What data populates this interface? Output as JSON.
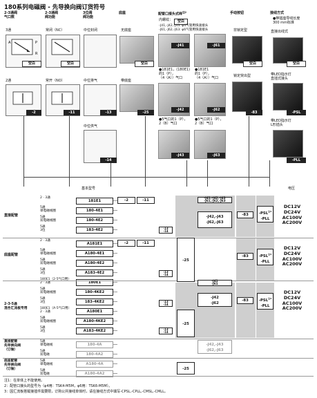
{
  "title": "180系列电磁阀 - 先导换向阀订货符号",
  "headers": {
    "col1": "2-3通阀\n气口数",
    "col2": "2-3通阀\n阀功能",
    "col3": "3位阀\n阀功能",
    "col4": "底座",
    "col5": "配管口接头式样",
    "col5_sup": "注2",
    "col6": "手动按钮",
    "col7": "接线方式",
    "col7_sub": "●带插座导线长度\n300 mm标准"
  },
  "col1": {
    "three_way": "3通",
    "two_way": "2通",
    "kongbai": "空白",
    "minus2": "-2"
  },
  "col2": {
    "nc": "常闭（NC）",
    "no": "常开（NO）",
    "kongbai": "空白",
    "minus11": "-11"
  },
  "col3": {
    "closed": "中位封闭",
    "exhaust": "中位排气",
    "pressure": "中位供气",
    "minus13": "-13",
    "minus14": "-14"
  },
  "col4": {
    "none": "无底座",
    "with": "带底座",
    "kongbai": "空白",
    "minus25": "-25"
  },
  "col5": {
    "thread": "内螺纹：",
    "kongbai": "空白",
    "j41": "-J41,-J42,-J43: φ4气管用快速接头",
    "j61": "-J61,-J62,-J63: φ6气管用快速接头",
    "note1": "●181E1，(180E1)\n的1（P），\n（4（A））气口",
    "note2": "●181E1\n的1（P），\n（4（A））气口",
    "note3": "●5气口的1（P），\n2（B）气口",
    "note4": "●5气口的1（P），\n2（B）气口",
    "tags": [
      "-J41",
      "-J42",
      "-J43",
      "-J61",
      "-J62",
      "-J63"
    ]
  },
  "col6": {
    "none": "非锁定型",
    "lock": "锁定突出型",
    "kongbai": "空白",
    "minus83": "-83"
  },
  "col7": {
    "plain": "直接出线式",
    "psl_label": "带LED指示灯\n直插式接头",
    "pll_label": "带LED指示灯\nL形插头",
    "kongbai": "空白",
    "psl": "-PSL",
    "pll": "-PLL"
  },
  "table": {
    "base_model": "基本型号",
    "voltage": "电压",
    "groups": {
      "direct": "直接配管",
      "manifold": "底座配管",
      "mixed": "2-3-5通\n混合汇流板专用",
      "direct_order": "直接配管\n先导换向阀\n（订做）",
      "base_order": "底座配管\n先导换向阀\n（订做）"
    },
    "rows": [
      {
        "label": "2 · 3通",
        "model": "181E1"
      },
      {
        "label": "5通\n单电磁线圈",
        "model": "180-4E1"
      },
      {
        "label": "5通\n双电磁线圈",
        "model": "180-4E2"
      },
      {
        "label": "5通\n3位",
        "model": "183-4E2"
      },
      {
        "label": "2 · 3通",
        "model": "A181E1"
      },
      {
        "label": "5通\n单电磁线圈",
        "model": "A180-4E1"
      },
      {
        "label": "5通\n双电磁线圈",
        "model": "A180-4E2"
      },
      {
        "label": "5通\n3位",
        "model": "A183-4E2"
      },
      {
        "label": "180E1（2·5气口用）\n2 · 3通",
        "model": "180E1"
      },
      {
        "label": "5通\n双电磁线圈",
        "model": "180-4KE2"
      },
      {
        "label": "5通\n3位",
        "model": "183-4KE2"
      },
      {
        "label": "180E1（A·5气口用）\n2 · 3通",
        "model": "A180E1"
      },
      {
        "label": "5通\n双电磁线圈",
        "model": "A180-4KE2"
      },
      {
        "label": "5通\n3位",
        "model": "A183-4KE2"
      },
      {
        "label": "5通\n单电磁线",
        "model": "180-4A"
      },
      {
        "label": "5通\n双电磁",
        "model": "180-4A2"
      },
      {
        "label": "5通\n单电磁线",
        "model": "A180-4A"
      },
      {
        "label": "5通\n双电磁",
        "model": "A180-4A2"
      }
    ],
    "opts": {
      "m2": "-2",
      "m11": "-11",
      "m13": "-13",
      "m14": "-14",
      "m25": "-25",
      "m83": "-83",
      "j41_42_43": "-J41,-J42,-J43",
      "j61_62_63": "-J61,-J62,-J63",
      "j42_43": "-J42,-J43",
      "j62_63": "-J62,-J63",
      "j41": "-J41",
      "j61": "-J61",
      "j42": "-J42",
      "j62": "-J62",
      "psl": "-PSL",
      "pll": "-PLL",
      "sup": "注3",
      "voltage": [
        "DC12V",
        "DC24V",
        "AC100V",
        "AC200V"
      ]
    }
  },
  "notes": [
    "注1：在单体上不能使用。",
    "2：配管口接头的型号为（φ4用：TSK4-M5M，φ6用：TSK6-M5M）。",
    "3：因汇流板搭载接插件需要限，订购公共接线单体时，请在接线方式中填写-CPSL,-CPLL,-CMSL,-CMLL。"
  ]
}
